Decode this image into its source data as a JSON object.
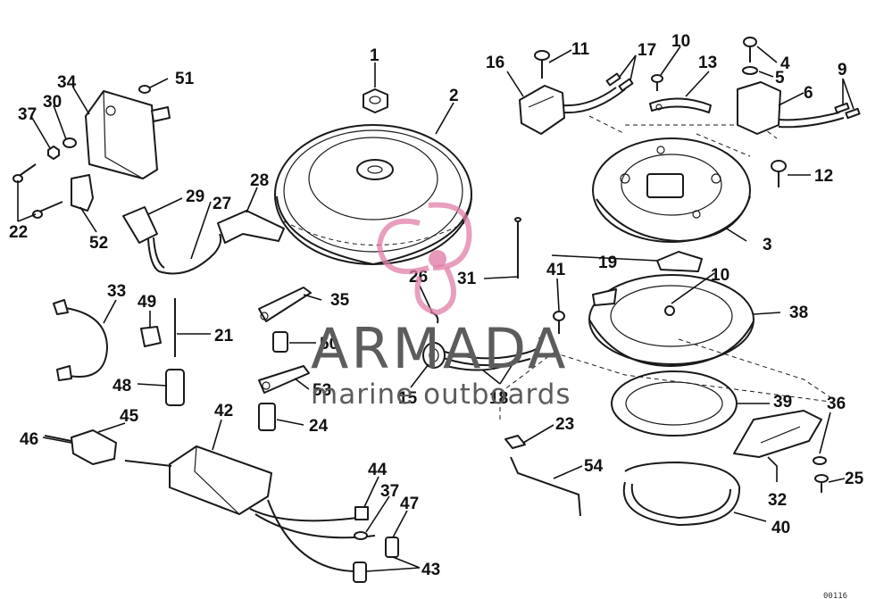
{
  "watermark": {
    "brand": "ARMADA",
    "tagline": "marine outboards",
    "color_text": "#5c5c5c",
    "color_accent": "#e07fa8"
  },
  "part_numbers": [
    "1",
    "2",
    "3",
    "4",
    "5",
    "6",
    "9",
    "10",
    "10",
    "11",
    "12",
    "13",
    "15",
    "16",
    "17",
    "18",
    "19",
    "21",
    "22",
    "23",
    "24",
    "25",
    "26",
    "27",
    "28",
    "29",
    "30",
    "31",
    "32",
    "33",
    "34",
    "35",
    "36",
    "37",
    "37",
    "38",
    "39",
    "40",
    "41",
    "42",
    "43",
    "44",
    "45",
    "46",
    "47",
    "48",
    "49",
    "50",
    "51",
    "52",
    "53",
    "54"
  ],
  "drawing_code": "00116"
}
